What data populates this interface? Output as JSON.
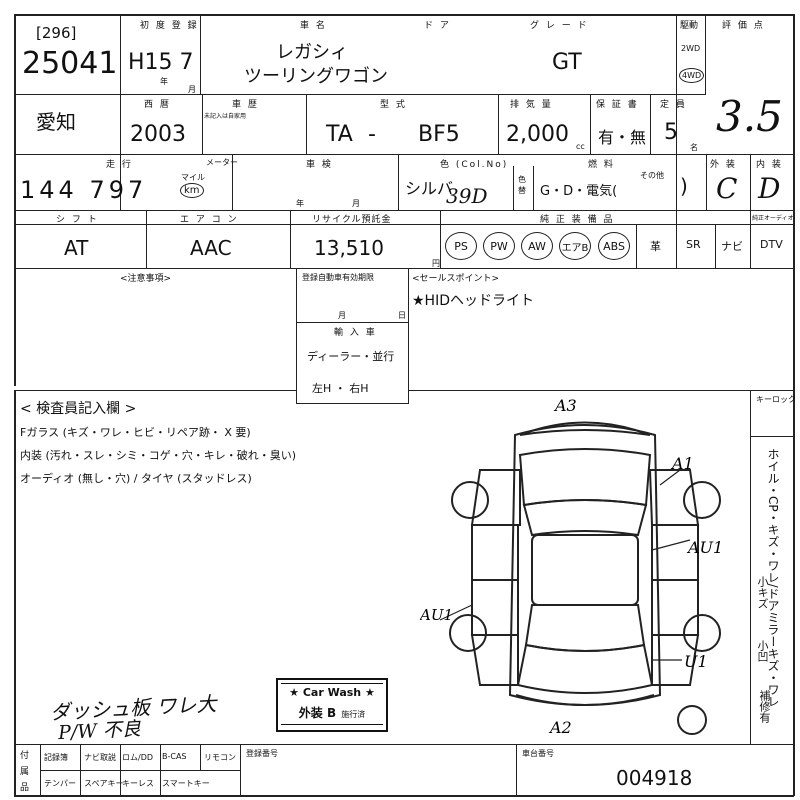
{
  "header": {
    "lot_bracket": "[296]",
    "lot_number": "25041",
    "reg_label": "初 度 登 録",
    "reg_value": "H15 7",
    "year_suffix": "年",
    "month_suffix": "月",
    "car_name_label": "車 名",
    "door_label": "ド ア",
    "car_name_line1": "レガシィ",
    "car_name_line2": "ツーリングワゴン",
    "grade_label": "グ レ ー ド",
    "grade": "GT",
    "drive_label": "駆動",
    "drive_2wd": "2WD",
    "drive_4wd": "4WD",
    "score_label": "評 価 点",
    "score": "3.5"
  },
  "row2": {
    "pref": "愛知",
    "year_label": "西 暦",
    "year": "2003",
    "history_label": "車 歴",
    "history_sub": "未記入は自家用",
    "model_label": "型 式",
    "model_prefix": "TA",
    "model_dash": "-",
    "model": "BF5",
    "cc_label": "排 気 量",
    "cc": "2,000",
    "cc_unit": "cc",
    "warranty_label": "保 証 書",
    "warranty": "有・無",
    "capacity_label": "定 員",
    "capacity": "5",
    "capacity_unit": "名"
  },
  "row3": {
    "mileage_label": "走 行",
    "mileage": "144 797",
    "mileage_unit_top": "マイル",
    "mileage_unit": "km",
    "meter_label": "メーター",
    "inspection_label": "車 検",
    "inspection_year": "年",
    "inspection_month": "月",
    "color_label": "色 (Col.No)",
    "color": "シルバ",
    "color_no": "39D",
    "color_change_label": "色替",
    "fuel_label": "燃 料",
    "fuel": "G・D・電気(",
    "fuel_other": "その他",
    "fuel_close": ")",
    "exterior_label": "外 装",
    "exterior": "C",
    "interior_label": "内 装",
    "interior": "D"
  },
  "row4": {
    "shift_label": "シ フ ト",
    "shift": "AT",
    "ac_label": "エ ア コ ン",
    "ac": "AAC",
    "recycle_label": "リサイクル預託金",
    "recycle": "13,510",
    "recycle_unit": "円",
    "equipment_label": "純 正 装 備 品",
    "equipment": [
      "PS",
      "PW",
      "AW",
      "エアB",
      "ABS"
    ],
    "equipment_plain": [
      "革",
      "SR",
      "ナビ",
      "DTV"
    ],
    "extra_label": "純正オーディオ"
  },
  "notes": {
    "caution_label": "<注意事項>",
    "expiry_label": "登録自動車有効期限",
    "expiry_month": "月",
    "expiry_day": "日",
    "import_label": "輸 入 車",
    "import_dealer": "ディーラー・並行",
    "import_handle": "左H ・ 右H",
    "sales_label": "<セールスポイント>",
    "sales_point": "★HIDヘッドライト"
  },
  "inspector": {
    "title": "< 検査員記入欄 >",
    "line1": "Fガラス (キズ・ワレ・ヒビ・リペア跡・ X 要)",
    "line2": "内装 (汚れ・スレ・シミ・コゲ・穴・キレ・破れ・臭い)",
    "line3": "オーディオ (無し・穴) / タイヤ (スタッドレス)",
    "handwritten1": "ダッシュ板 ワレ大",
    "handwritten2": "P/W 不良"
  },
  "diagram": {
    "tag_top": "A3",
    "tag_front_right": "A1",
    "tag_right": "AU1",
    "tag_left": "AU1",
    "tag_rear_right": "U1",
    "tag_bottom": "A2",
    "sidebar_label": "キーロック",
    "sidebar_vertical": "ホイル・CP・キズ・ワレ/ドアミラーキズ・ワレ",
    "sidebar_small1": "小キズ",
    "sidebar_small2": "小凹",
    "sidebar_repair": "補修有"
  },
  "carwash": {
    "title": "★ Car Wash ★",
    "body": "外装 B",
    "suffix": "施行済"
  },
  "footer": {
    "accessories_label": "付属品",
    "accessories_top": [
      "記録簿",
      "ナビ取説",
      "ロム/DD",
      "B-CAS",
      "リモコン"
    ],
    "accessories_bottom": [
      "テンパー",
      "スペアキー",
      "キーレス",
      "スマートキー"
    ],
    "reg_no_label": "登録番号",
    "chassis_label": "車台番号",
    "chassis": "004918"
  }
}
